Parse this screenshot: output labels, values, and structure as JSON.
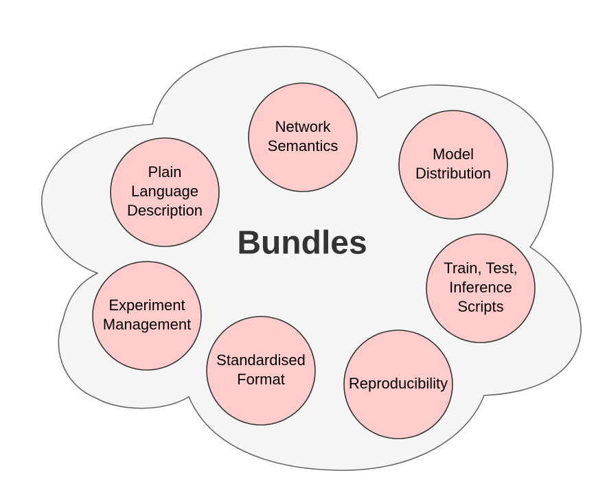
{
  "diagram": {
    "title": "Bundles",
    "colors": {
      "cloud_fill": "#f5f5f5",
      "cloud_stroke": "#666666",
      "node_fill": "#ffcccc",
      "node_stroke": "#333333",
      "title_color": "#333333"
    },
    "nodes": [
      {
        "id": "network-semantics",
        "lines": [
          "Network",
          "Semantics"
        ]
      },
      {
        "id": "model-distribution",
        "lines": [
          "Model",
          "Distribution"
        ]
      },
      {
        "id": "plain-language-description",
        "lines": [
          "Plain",
          "Language",
          "Description"
        ]
      },
      {
        "id": "train-test-inference-scripts",
        "lines": [
          "Train, Test,",
          "Inference",
          "Scripts"
        ]
      },
      {
        "id": "experiment-management",
        "lines": [
          "Experiment",
          "Management"
        ]
      },
      {
        "id": "standardised-format",
        "lines": [
          "Standardised",
          "Format"
        ]
      },
      {
        "id": "reproducibility",
        "lines": [
          "Reproducibility"
        ]
      }
    ]
  }
}
